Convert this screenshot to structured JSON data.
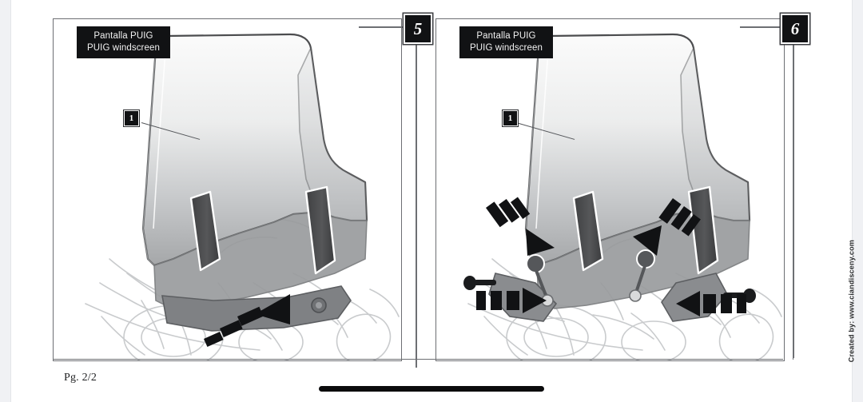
{
  "document": {
    "page_label": "Pg. 2/2",
    "credit": "Created by: www.ciandisceny.com"
  },
  "steps": [
    {
      "number": "5",
      "caption_line1": "Pantalla PUIG",
      "caption_line2": "PUIG windscreen",
      "callout": "1",
      "parts": [
        "striped-arrow-up-right"
      ]
    },
    {
      "number": "6",
      "caption_line1": "Pantalla PUIG",
      "caption_line2": "PUIG windscreen",
      "callout": "1",
      "parts": [
        "striped-arrow-down-right",
        "striped-arrow-right",
        "striped-arrow-down-left",
        "striped-arrow-left",
        "bolt-left",
        "bolt-right"
      ]
    }
  ],
  "colors": {
    "page_background": "#f0f1f4",
    "sheet": "#ffffff",
    "line": "#6d6f73",
    "badge_background": "#111214",
    "badge_text": "#ffffff",
    "screen_light": "#f4f5f6",
    "screen_dark": "#a9abad",
    "bracket": "#808285",
    "vent": "#4a4b4d",
    "bike_line": "#c9cbcd",
    "home_indicator": "#0b0b0c"
  }
}
